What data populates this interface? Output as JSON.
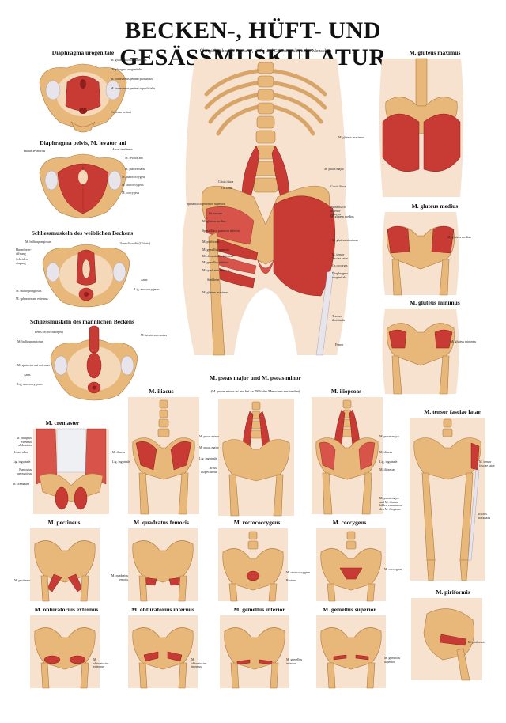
{
  "poster_title": "BECKEN-, HÜFT- UND GESÄSSMUSKULATUR",
  "panels": {
    "diaphragma_urogenitale": {
      "title": "Diaphragma urogenitale",
      "labels": [
        "M. gluteus ischiocavernosus",
        "Diaphragma urogenitale",
        "M. transversus perinei profundus",
        "M. transversus perinei superficialis",
        "Centrum perinei"
      ]
    },
    "diaphragma_pelvis": {
      "title": "Diaphragma pelvis, M. levator ani",
      "labels_left": [
        "Hiatus levatorius"
      ],
      "labels_right": [
        "Arcus tendineus",
        "M. levator ani",
        "M. puborectalis",
        "M. pubococcygeus",
        "M. iliococcygeus",
        "M. coccygeus"
      ]
    },
    "schliessmuskeln_weiblich": {
      "title": "Schliessmuskeln des weiblichen Beckens",
      "labels_left": [
        "M. bulbospongiosus",
        "Harnröhren-öffnung",
        "Scheiden-eingang",
        "M. bulbospongiosus",
        "M. sphincter ani externus"
      ],
      "labels_right": [
        "Glans clitoridis (Clitoris)",
        "Anus",
        "Lig. anococcygeum"
      ]
    },
    "schliessmuskeln_maennlich": {
      "title": "Schliessmuskeln des männlichen Beckens",
      "labels_left": [
        "Penis (Schwellkörper)",
        "M. bulbospongiosus",
        "M. sphincter ani externus",
        "Anus",
        "Lig. anococcygeum"
      ],
      "labels_right": [
        "M. ischiocavernosus"
      ]
    },
    "uebersicht": {
      "title": "Übersicht über die Becken-, Hüft- und Gesässmuskeln des Menschen",
      "labels_left": [
        "Crista iliaca",
        "Os ilium",
        "Spina iliaca posterior superior",
        "Os sacrum",
        "M. gluteus medius",
        "Spina iliaca posterior inferior",
        "M. piriformis",
        "M. gemellus superior",
        "M. obturatorius internus",
        "M. gemellus inferior",
        "M. quadratus femoris",
        "Steißbein",
        "M. gluteus maximus"
      ],
      "labels_right": [
        "M. psoas major",
        "Crista iliaca",
        "Spina iliaca anterior superior",
        "M. gluteus medius",
        "M. gluteus maximus",
        "M. tensor fasciae latae",
        "Os coccygis",
        "Diaphragma urogenitale",
        "Tractus iliotibialis",
        "Femur"
      ]
    },
    "gluteus_maximus": {
      "title": "M. gluteus maximus",
      "labels": [
        "M. gluteus maximus"
      ]
    },
    "gluteus_medius": {
      "title": "M. gluteus medius",
      "labels": [
        "M. gluteus medius"
      ]
    },
    "gluteus_minimus": {
      "title": "M. gluteus minimus",
      "labels": [
        "M. gluteus minimus"
      ]
    },
    "cremaster": {
      "title": "M. cremaster",
      "labels": [
        "M. obliquus externus abdominis",
        "Linea alba",
        "Lig. inguinale",
        "Funiculus spermaticus",
        "M. cremaster"
      ]
    },
    "iliacus": {
      "title": "M. iliacus",
      "labels": [
        "M. iliacus",
        "Lig. inguinale"
      ]
    },
    "psoas": {
      "title": "M. psoas major und M. psoas minor",
      "subtitle": "(M. psoas minor ist nur bei ca. 50% der Menschen vorhanden)",
      "labels": [
        "M. psoas minor",
        "M. psoas major",
        "Lig. inguinale",
        "Arcus iliopectineus"
      ]
    },
    "iliopsoas": {
      "title": "M. iliopsoas",
      "labels": [
        "M. psoas major",
        "M. iliacus",
        "Lig. inguinale",
        "M. iliopsoas",
        "M. psoas major und M. iliacus bilden zusammen den M. iliopsoas"
      ]
    },
    "tensor_fasciae_latae": {
      "title": "M. tensor fasciae latae",
      "labels": [
        "M. tensor fasciae latae",
        "Tractus iliotibialis"
      ]
    },
    "pectineus": {
      "title": "M. pectineus",
      "labels": [
        "M. pectineus"
      ]
    },
    "quadratus_femoris": {
      "title": "M. quadratus femoris",
      "labels": [
        "M. quadratus femoris"
      ]
    },
    "rectococcygeus": {
      "title": "M. rectococcygeus",
      "labels": [
        "M. rectococcygeus",
        "Rectum"
      ]
    },
    "coccygeus": {
      "title": "M. coccygeus",
      "labels": [
        "M. coccygeus"
      ]
    },
    "piriformis": {
      "title": "M. piriformis",
      "labels": [
        "M. piriformis"
      ]
    },
    "obturatorius_externus": {
      "title": "M. obturatorius externus",
      "labels": [
        "M. obturatorius externus"
      ]
    },
    "obturatorius_internus": {
      "title": "M. obturatorius internus",
      "labels": [
        "M. obturatorius internus"
      ]
    },
    "gemellus_inferior": {
      "title": "M. gemellus inferior",
      "labels": [
        "M. gemellus inferior"
      ]
    },
    "gemellus_superior": {
      "title": "M. gemellus superior",
      "labels": [
        "M. gemellus superior"
      ]
    }
  },
  "colors": {
    "muscle": "#c83a34",
    "bone": "#e8b77a",
    "skin": "#f6e2cf",
    "tendon": "#e8e4ec"
  }
}
